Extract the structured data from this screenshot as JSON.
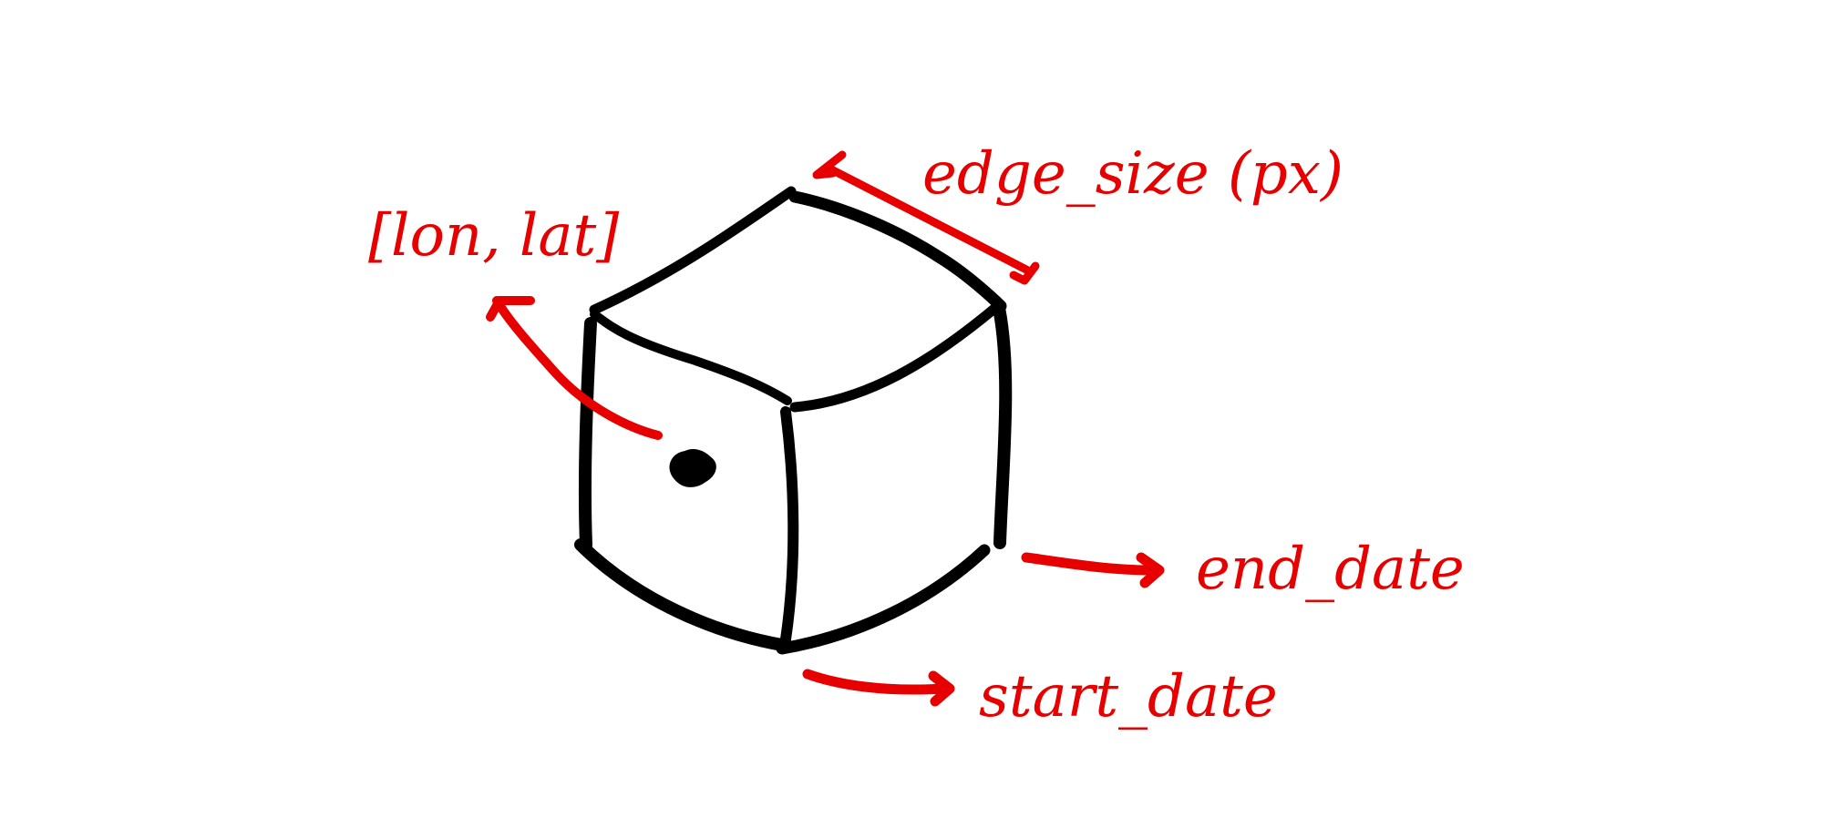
{
  "labels": {
    "edge_size": "edge_size (px)",
    "lon_lat": "[lon, lat]",
    "end_date": "end_date",
    "start_date": "start_date"
  },
  "colors": {
    "cube": "#000000",
    "annotation": "#e60000",
    "background": "#ffffff"
  }
}
